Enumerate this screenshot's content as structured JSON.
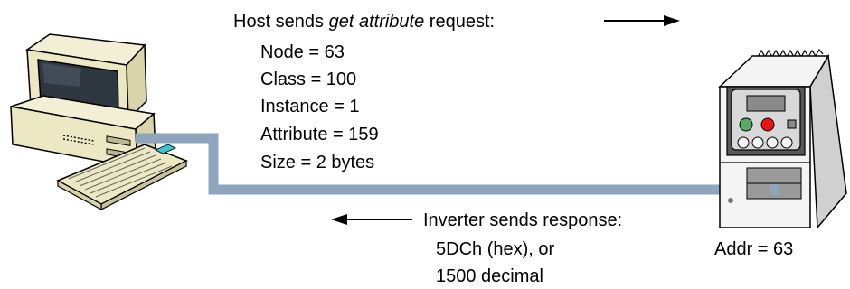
{
  "request": {
    "prefix": "Host sends ",
    "emphasis": "get attribute",
    "suffix": " request:",
    "lines": [
      "Node = 63",
      "Class = 100",
      "Instance = 1",
      "Attribute = 159",
      "Size = 2 bytes"
    ]
  },
  "response": {
    "label": "Inverter sends response:",
    "lines": [
      "5DCh (hex), or",
      "1500 decimal"
    ]
  },
  "inverter": {
    "address_label": "Addr = 63"
  },
  "colors": {
    "cable": "#8fa4bd",
    "run_button": "#55aa66",
    "stop_button": "#ee1111",
    "screen": "#2e3640",
    "beige": "#ece8c4"
  }
}
